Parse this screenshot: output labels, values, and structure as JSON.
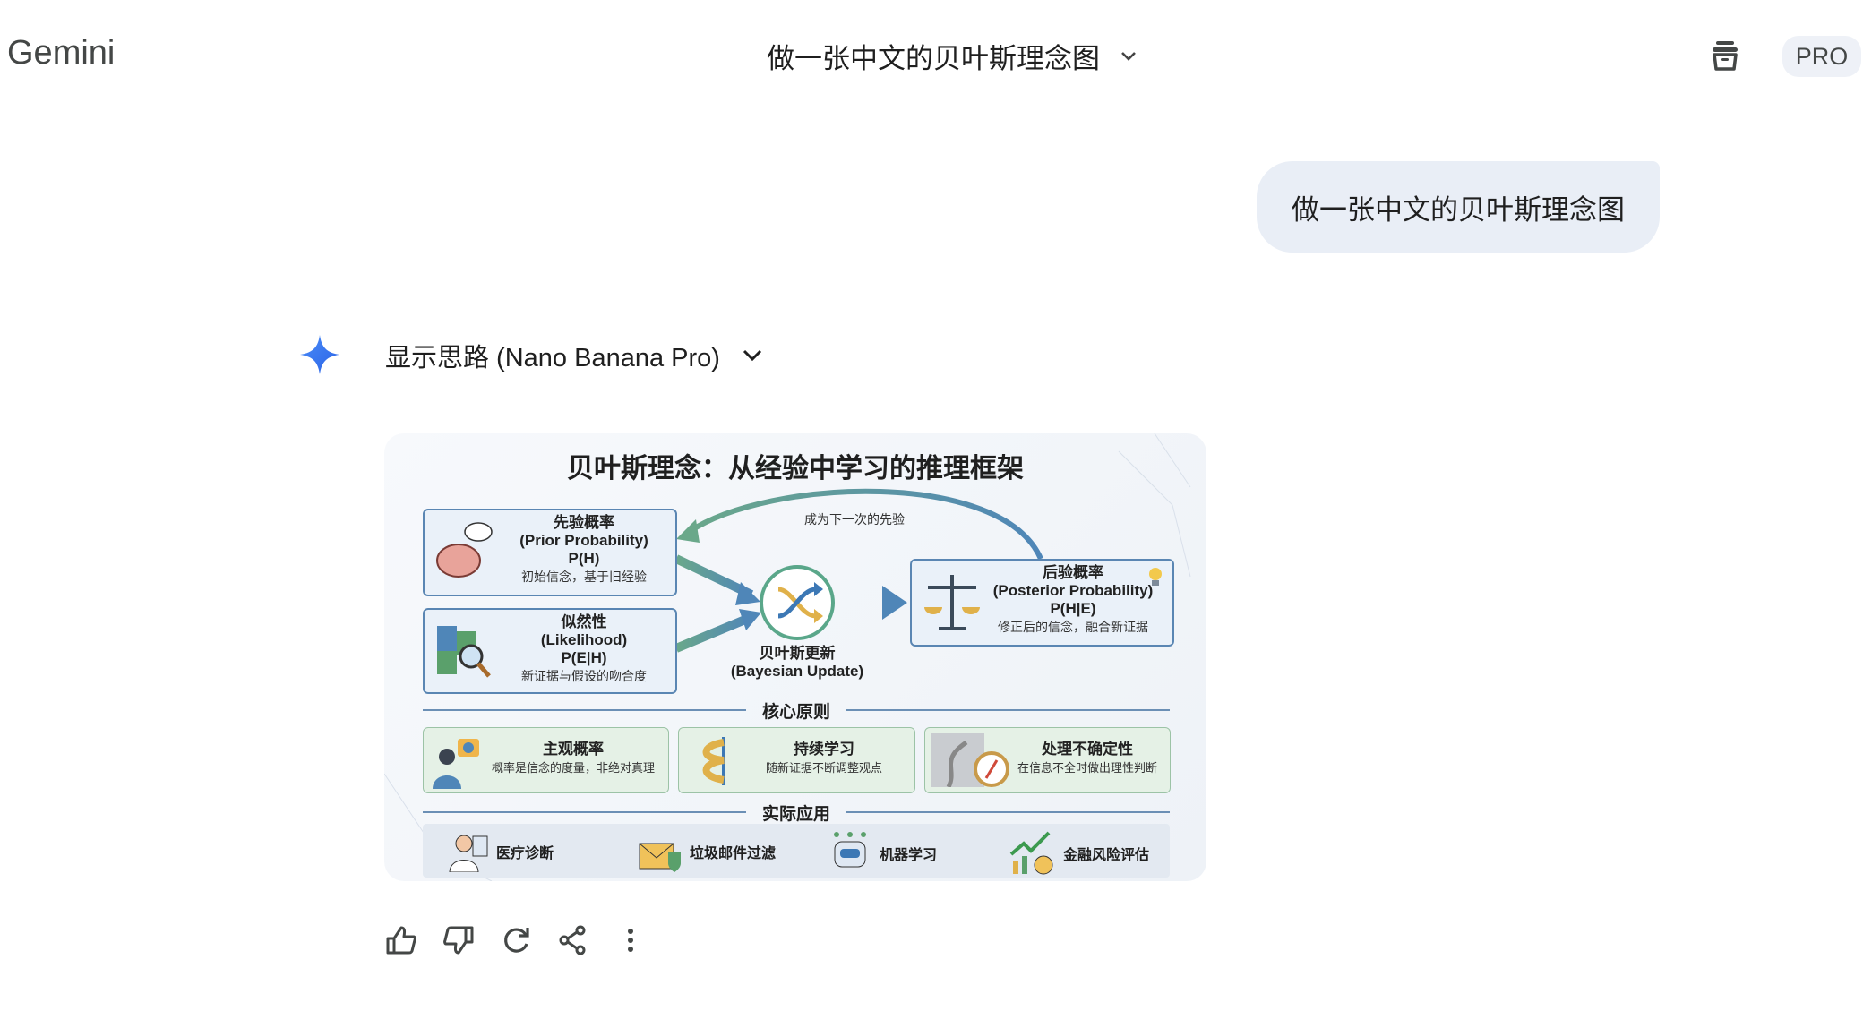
{
  "header": {
    "brand": "Gemini",
    "conversation_title": "做一张中文的贝叶斯理念图",
    "plan_badge": "PRO"
  },
  "user_message": "做一张中文的贝叶斯理念图",
  "response": {
    "thoughts_label": "显示思路 (Nano Banana Pro)",
    "infographic": {
      "title": "贝叶斯理念：从经验中学习的推理框架",
      "loop_label": "成为下一次的先验",
      "prior": {
        "title": "先验概率",
        "en": "(Prior Probability)",
        "formula": "P(H)",
        "desc": "初始信念，基于旧经验"
      },
      "likelihood": {
        "title": "似然性",
        "en": "(Likelihood)",
        "formula": "P(E|H)",
        "desc": "新证据与假设的吻合度"
      },
      "update": {
        "title": "贝叶斯更新",
        "en": "(Bayesian Update)"
      },
      "posterior": {
        "title": "后验概率",
        "en": "(Posterior Probability)",
        "formula": "P(H|E)",
        "desc": "修正后的信念，融合新证据"
      },
      "principles_heading": "核心原则",
      "principles": [
        {
          "title": "主观概率",
          "desc": "概率是信念的度量，非绝对真理"
        },
        {
          "title": "持续学习",
          "desc": "随新证据不断调整观点"
        },
        {
          "title": "处理不确定性",
          "desc": "在信息不全时做出理性判断"
        }
      ],
      "applications_heading": "实际应用",
      "applications": [
        "医疗诊断",
        "垃圾邮件过滤",
        "机器学习",
        "金融风险评估"
      ]
    }
  }
}
